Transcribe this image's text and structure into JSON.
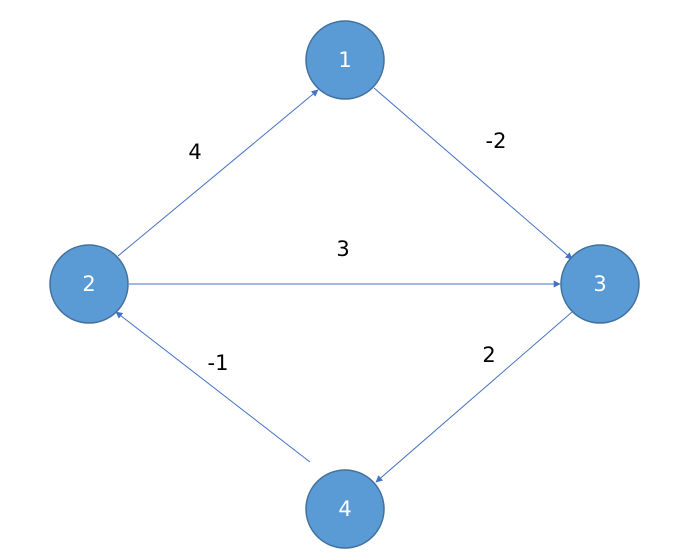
{
  "colors": {
    "node_fill": "#5b9bd5",
    "node_stroke": "#41719c",
    "edge": "#4472c4",
    "label_text": "#000000",
    "node_text": "#ffffff"
  },
  "nodes": [
    {
      "id": "1",
      "label": "1"
    },
    {
      "id": "2",
      "label": "2"
    },
    {
      "id": "3",
      "label": "3"
    },
    {
      "id": "4",
      "label": "4"
    }
  ],
  "edges": [
    {
      "from": "2",
      "to": "1",
      "weight": "4"
    },
    {
      "from": "1",
      "to": "3",
      "weight": "-2"
    },
    {
      "from": "2",
      "to": "3",
      "weight": "3"
    },
    {
      "from": "3",
      "to": "4",
      "weight": "2"
    },
    {
      "from": "4",
      "to": "2",
      "weight": "-1"
    }
  ]
}
